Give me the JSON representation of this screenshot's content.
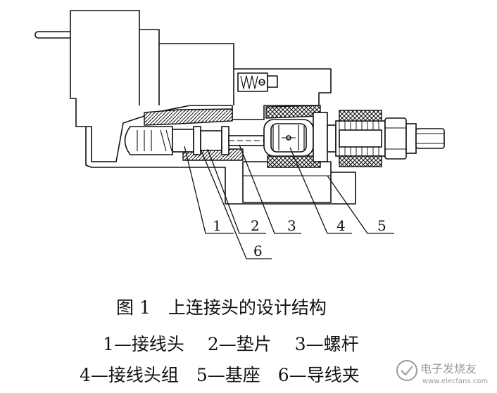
{
  "figure": {
    "title": "图 1　上连接头的设计结构",
    "legend_line1": "1—接线头　 2—垫片　 3—螺杆",
    "legend_line2": "4—接线头组　5—基座　6—导线夹",
    "callouts": [
      "1",
      "2",
      "3",
      "4",
      "5",
      "6"
    ]
  },
  "watermark": {
    "brand": "电子发烧友",
    "site": "www.elecfans.com"
  },
  "colors": {
    "ink": "#111111",
    "hatch": "#111111",
    "watermark": "#9a9a9a"
  }
}
